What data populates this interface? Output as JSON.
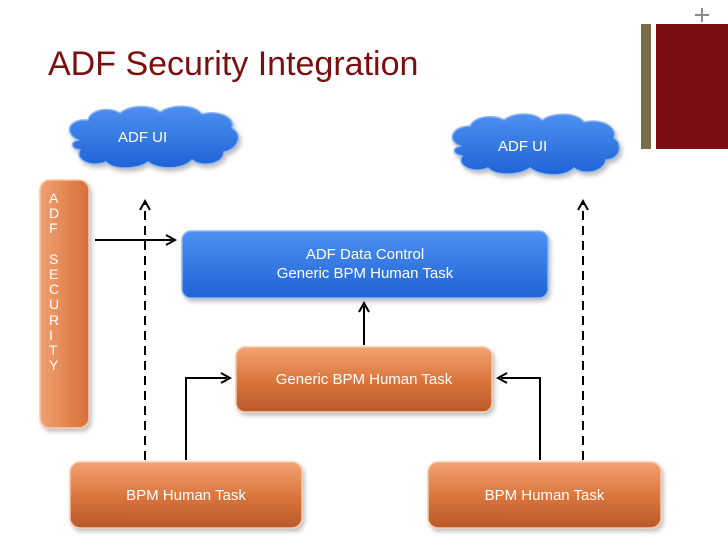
{
  "slide": {
    "title": "ADF Security Integration"
  },
  "diagram": {
    "cloud_left": {
      "label": "ADF UI"
    },
    "cloud_right": {
      "label": "ADF UI"
    },
    "security_bar": {
      "letters": [
        "A",
        "D",
        "F",
        "",
        "S",
        "E",
        "C",
        "U",
        "R",
        "I",
        "T",
        "Y"
      ]
    },
    "data_control": {
      "line1": "ADF Data Control",
      "line2": "Generic BPM Human Task"
    },
    "generic_task": {
      "label": "Generic BPM Human Task"
    },
    "task_left": {
      "label": "BPM Human Task"
    },
    "task_right": {
      "label": "BPM Human Task"
    }
  },
  "colors": {
    "title": "#7b0f0f",
    "accent_brown": "#7a6b4a",
    "accent_maroon": "#7b0f0f",
    "cloud_blue": "#2f78e6",
    "box_orange": "#d86f38",
    "security_orange": "#e2844a",
    "arrow": "#000000"
  }
}
